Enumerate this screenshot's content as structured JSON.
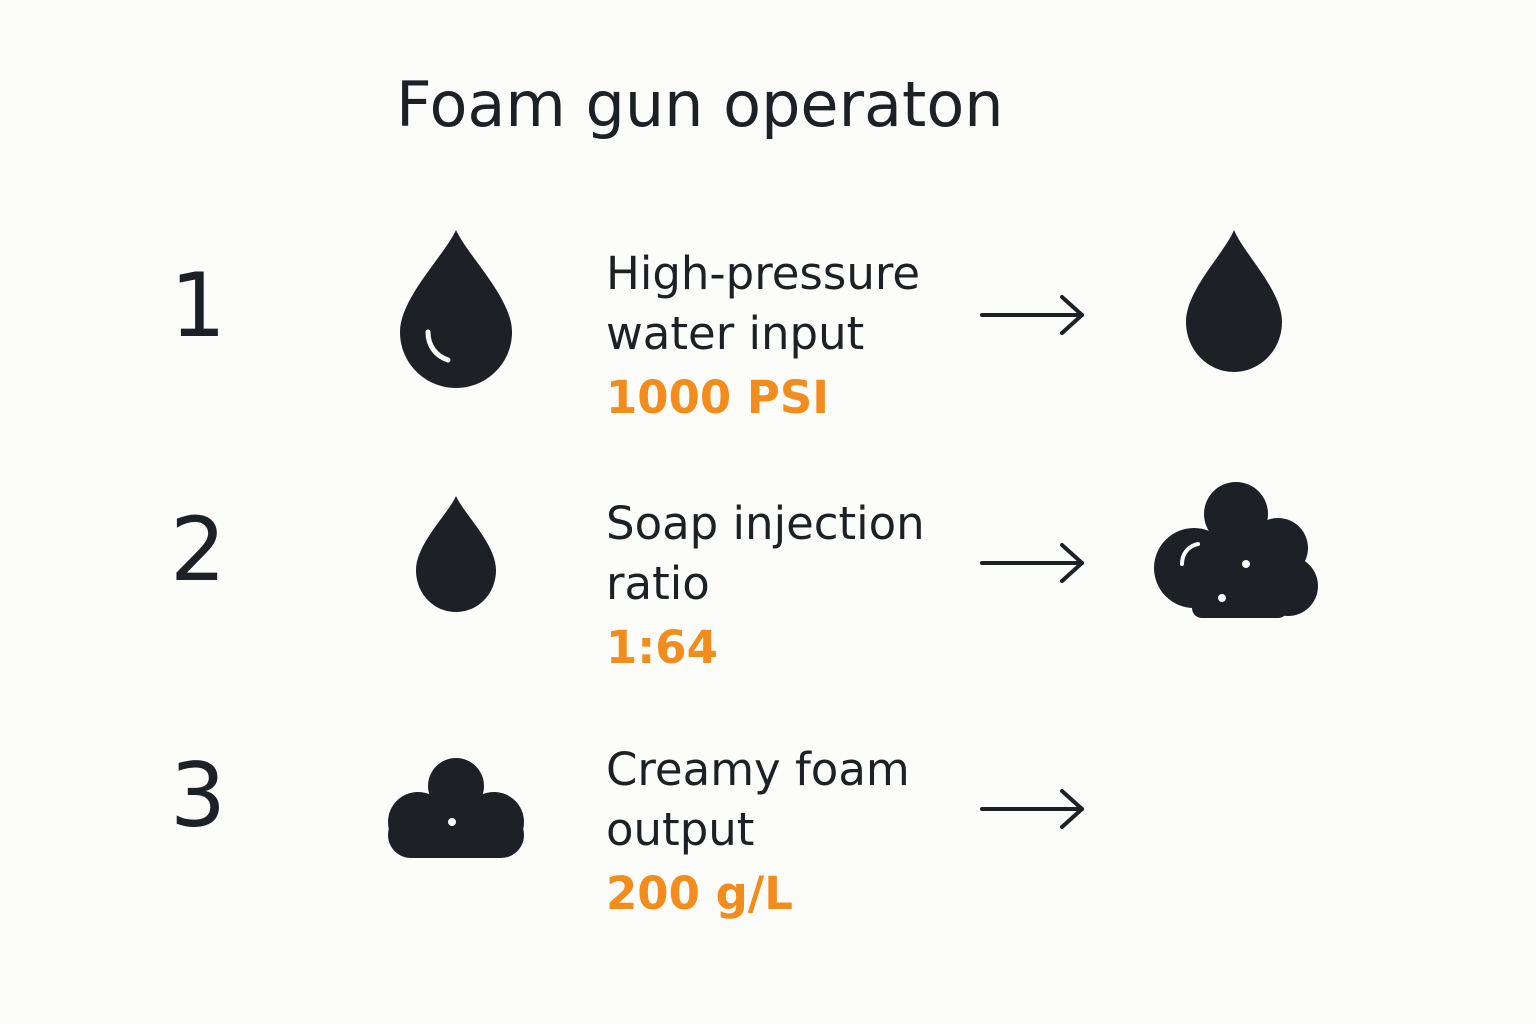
{
  "title": "Foam gun operaton",
  "colors": {
    "text": "#1d2125",
    "accent": "#f28c1c",
    "background": "#fcfcfa"
  },
  "steps": [
    {
      "number": "1",
      "label_lines": [
        "High-pressure",
        "water input"
      ],
      "value": "1000 PSI",
      "left_icon": "water-drop-icon",
      "right_icon": "water-drop-icon"
    },
    {
      "number": "2",
      "label_lines": [
        "Soap injection",
        "ratio"
      ],
      "value": "1:64",
      "left_icon": "water-drop-icon",
      "right_icon": "foam-cloud-icon"
    },
    {
      "number": "3",
      "label_lines": [
        "Creamy foam",
        "output"
      ],
      "value": "200 g/L",
      "left_icon": "foam-cloud-icon",
      "right_icon": ""
    }
  ]
}
